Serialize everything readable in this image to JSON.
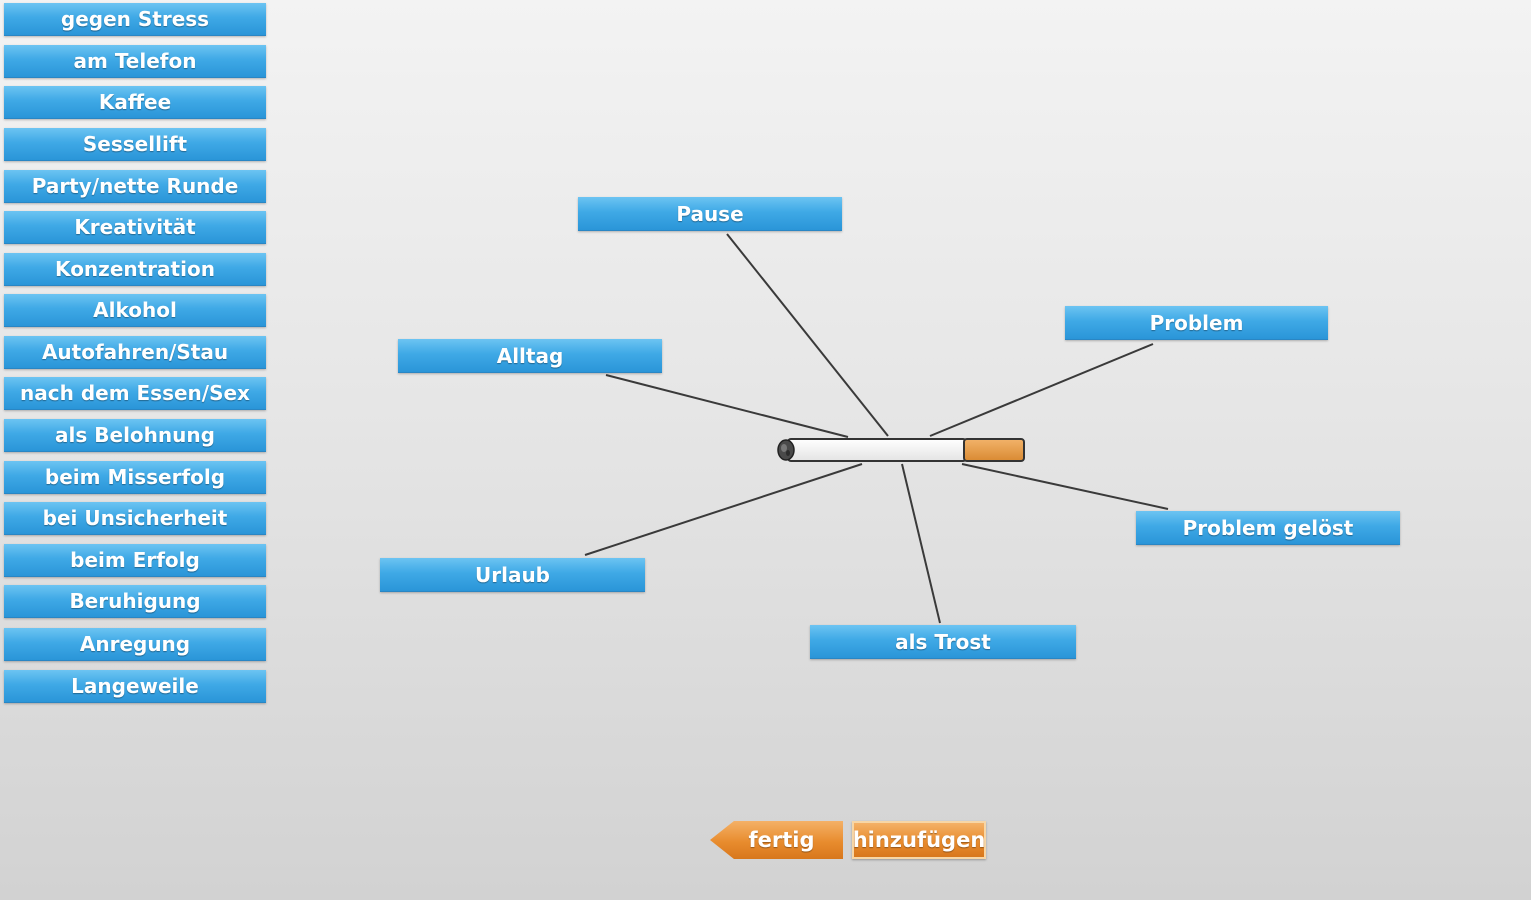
{
  "sidebar": {
    "items": [
      {
        "label": "gegen Stress"
      },
      {
        "label": "am Telefon"
      },
      {
        "label": "Kaffee"
      },
      {
        "label": "Sessellift"
      },
      {
        "label": "Party/nette Runde"
      },
      {
        "label": "Kreativität"
      },
      {
        "label": "Konzentration"
      },
      {
        "label": "Alkohol"
      },
      {
        "label": "Autofahren/Stau"
      },
      {
        "label": "nach dem Essen/Sex"
      },
      {
        "label": "als Belohnung"
      },
      {
        "label": "beim Misserfolg"
      },
      {
        "label": "bei Unsicherheit"
      },
      {
        "label": "beim Erfolg"
      },
      {
        "label": "Beruhigung"
      },
      {
        "label": "Anregung"
      },
      {
        "label": "Langeweile"
      }
    ]
  },
  "map": {
    "center_icon": "cigarette-icon",
    "nodes": [
      {
        "label": "Pause"
      },
      {
        "label": "Problem"
      },
      {
        "label": "Alltag"
      },
      {
        "label": "Problem gelöst"
      },
      {
        "label": "Urlaub"
      },
      {
        "label": "als Trost"
      }
    ]
  },
  "footer": {
    "done_label": "fertig",
    "add_label": "hinzufügen"
  },
  "colors": {
    "button_blue": "#3fa9e6",
    "button_orange": "#e88c2e",
    "line": "#3a3a3a"
  }
}
